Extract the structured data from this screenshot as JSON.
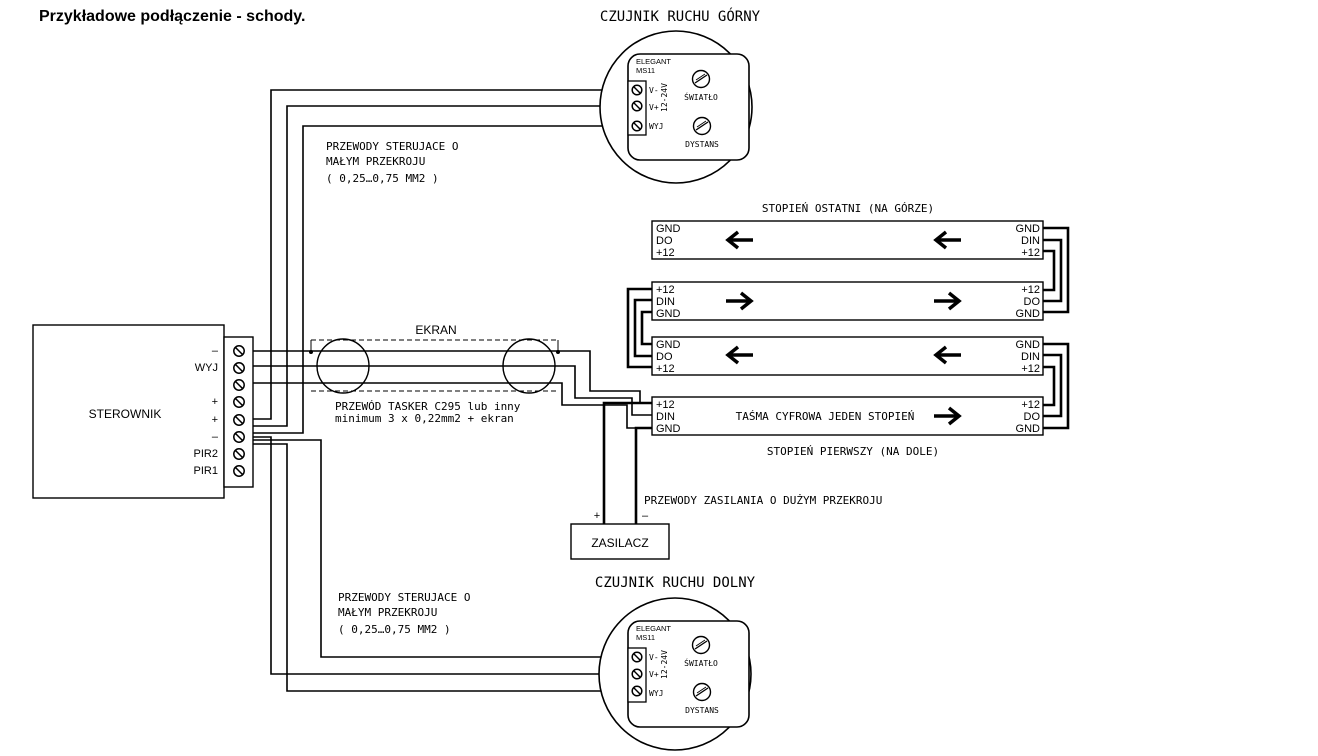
{
  "title": "Przykładowe podłączenie - schody.",
  "controller": {
    "name": "STEROWNIK",
    "terminals": [
      "–",
      "WYJ",
      "",
      "+",
      "+",
      "–",
      "PIR2",
      "PIR1"
    ]
  },
  "sensor_top": {
    "title": "CZUJNIK RUCHU GÓRNY",
    "brand": "ELEGANT",
    "model": "MS11",
    "pins": [
      "V-",
      "V+",
      "WYJ"
    ],
    "voltage": "12-24V",
    "knob_light": "ŚWIATŁO",
    "knob_distance": "DYSTANS"
  },
  "sensor_bottom": {
    "title": "CZUJNIK RUCHU DOLNY",
    "brand": "ELEGANT",
    "model": "MS11",
    "pins": [
      "V-",
      "V+",
      "WYJ"
    ],
    "voltage": "12-24V",
    "knob_light": "ŚWIATŁO",
    "knob_distance": "DYSTANS"
  },
  "wire_note_top": [
    "PRZEWODY STERUJACE O",
    "MAŁYM PRZEKROJU",
    "( 0,25…0,75 MM2 )"
  ],
  "wire_note_bottom": [
    "PRZEWODY STERUJACE O",
    "MAŁYM PRZEKROJU",
    "( 0,25…0,75 MM2 )"
  ],
  "cable": {
    "shield_label": "EKRAN",
    "note": [
      "PRZEWÓD TASKER C295 lub inny",
      "minimum 3 x 0,22mm2 + ekran"
    ]
  },
  "strips": {
    "top_label": "STOPIEŃ OSTATNI (NA GÓRZE)",
    "bottom_label": "STOPIEŃ PIERWSZY (NA DOLE)",
    "strip_label": "TAŚMA CYFROWA JEDEN STOPIEŃ",
    "rows": [
      {
        "left": [
          "GND",
          "DO",
          "+12"
        ],
        "right": [
          "GND",
          "DIN",
          "+12"
        ]
      },
      {
        "left": [
          "+12",
          "DIN",
          "GND"
        ],
        "right": [
          "+12",
          "DO",
          "GND"
        ]
      },
      {
        "left": [
          "GND",
          "DO",
          "+12"
        ],
        "right": [
          "GND",
          "DIN",
          "+12"
        ]
      },
      {
        "left": [
          "+12",
          "DIN",
          "GND"
        ],
        "right": [
          "+12",
          "DO",
          "GND"
        ]
      }
    ]
  },
  "power": {
    "name": "ZASILACZ",
    "plus": "+",
    "minus": "–",
    "note": "PRZEWODY ZASILANIA O DUŻYM PRZEKROJU"
  }
}
